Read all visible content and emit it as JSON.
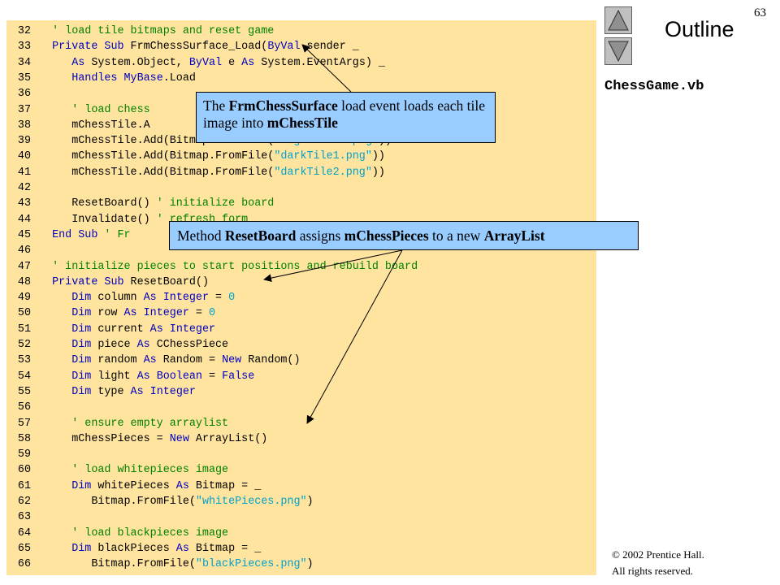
{
  "header": {
    "slide_number": "63",
    "outline_title": "Outline",
    "filename": "ChessGame.vb",
    "nav_up_icon": "up-triangle-icon",
    "nav_down_icon": "down-triangle-icon"
  },
  "code_lines": [
    {
      "n": "32",
      "ind": "   ",
      "parts": [
        {
          "t": "' load tile bitmaps and reset game",
          "c": "cm"
        }
      ]
    },
    {
      "n": "33",
      "ind": "   ",
      "parts": [
        {
          "t": "Private",
          "c": "kw"
        },
        {
          "t": " ",
          "c": ""
        },
        {
          "t": "Sub",
          "c": "kw"
        },
        {
          "t": " FrmChessSurface_Load(",
          "c": ""
        },
        {
          "t": "ByVal",
          "c": "kw"
        },
        {
          "t": " sender _",
          "c": ""
        }
      ]
    },
    {
      "n": "34",
      "ind": "      ",
      "parts": [
        {
          "t": "As",
          "c": "kw"
        },
        {
          "t": " System.Object, ",
          "c": ""
        },
        {
          "t": "ByVal",
          "c": "kw"
        },
        {
          "t": " e ",
          "c": ""
        },
        {
          "t": "As",
          "c": "kw"
        },
        {
          "t": " System.EventArgs) _",
          "c": ""
        }
      ]
    },
    {
      "n": "35",
      "ind": "      ",
      "parts": [
        {
          "t": "Handles",
          "c": "kw"
        },
        {
          "t": " ",
          "c": ""
        },
        {
          "t": "MyBase",
          "c": "kw"
        },
        {
          "t": ".Load",
          "c": ""
        }
      ]
    },
    {
      "n": "36",
      "ind": "",
      "parts": []
    },
    {
      "n": "37",
      "ind": "      ",
      "parts": [
        {
          "t": "' load chess",
          "c": "cm"
        }
      ]
    },
    {
      "n": "38",
      "ind": "      ",
      "parts": [
        {
          "t": "mChessTile.A",
          "c": ""
        }
      ]
    },
    {
      "n": "39",
      "ind": "      ",
      "parts": [
        {
          "t": "mChessTile.Add(Bitmap.FromFile(",
          "c": ""
        },
        {
          "t": "\"lightTile2.png\"",
          "c": "st"
        },
        {
          "t": "))",
          "c": ""
        }
      ]
    },
    {
      "n": "40",
      "ind": "      ",
      "parts": [
        {
          "t": "mChessTile.Add(Bitmap.FromFile(",
          "c": ""
        },
        {
          "t": "\"darkTile1.png\"",
          "c": "st"
        },
        {
          "t": "))",
          "c": ""
        }
      ]
    },
    {
      "n": "41",
      "ind": "      ",
      "parts": [
        {
          "t": "mChessTile.Add(Bitmap.FromFile(",
          "c": ""
        },
        {
          "t": "\"darkTile2.png\"",
          "c": "st"
        },
        {
          "t": "))",
          "c": ""
        }
      ]
    },
    {
      "n": "42",
      "ind": "",
      "parts": []
    },
    {
      "n": "43",
      "ind": "      ",
      "parts": [
        {
          "t": "ResetBoard() ",
          "c": ""
        },
        {
          "t": "' initialize board",
          "c": "cm"
        }
      ]
    },
    {
      "n": "44",
      "ind": "      ",
      "parts": [
        {
          "t": "Invalidate() ",
          "c": ""
        },
        {
          "t": "' refresh form",
          "c": "cm"
        }
      ]
    },
    {
      "n": "45",
      "ind": "   ",
      "parts": [
        {
          "t": "End",
          "c": "kw"
        },
        {
          "t": " ",
          "c": ""
        },
        {
          "t": "Sub",
          "c": "kw"
        },
        {
          "t": " ",
          "c": ""
        },
        {
          "t": "' Fr",
          "c": "cm"
        }
      ]
    },
    {
      "n": "46",
      "ind": "",
      "parts": []
    },
    {
      "n": "47",
      "ind": "   ",
      "parts": [
        {
          "t": "' initialize pieces to start positions and rebuild board",
          "c": "cm"
        }
      ]
    },
    {
      "n": "48",
      "ind": "   ",
      "parts": [
        {
          "t": "Private",
          "c": "kw"
        },
        {
          "t": " ",
          "c": ""
        },
        {
          "t": "Sub",
          "c": "kw"
        },
        {
          "t": " ResetBoard()",
          "c": ""
        }
      ]
    },
    {
      "n": "49",
      "ind": "      ",
      "parts": [
        {
          "t": "Dim",
          "c": "kw"
        },
        {
          "t": " column ",
          "c": ""
        },
        {
          "t": "As",
          "c": "kw"
        },
        {
          "t": " ",
          "c": ""
        },
        {
          "t": "Integer",
          "c": "kw"
        },
        {
          "t": " = ",
          "c": ""
        },
        {
          "t": "0",
          "c": "num"
        }
      ]
    },
    {
      "n": "50",
      "ind": "      ",
      "parts": [
        {
          "t": "Dim",
          "c": "kw"
        },
        {
          "t": " row ",
          "c": ""
        },
        {
          "t": "As",
          "c": "kw"
        },
        {
          "t": " ",
          "c": ""
        },
        {
          "t": "Integer",
          "c": "kw"
        },
        {
          "t": " = ",
          "c": ""
        },
        {
          "t": "0",
          "c": "num"
        }
      ]
    },
    {
      "n": "51",
      "ind": "      ",
      "parts": [
        {
          "t": "Dim",
          "c": "kw"
        },
        {
          "t": " current ",
          "c": ""
        },
        {
          "t": "As",
          "c": "kw"
        },
        {
          "t": " ",
          "c": ""
        },
        {
          "t": "Integer",
          "c": "kw"
        }
      ]
    },
    {
      "n": "52",
      "ind": "      ",
      "parts": [
        {
          "t": "Dim",
          "c": "kw"
        },
        {
          "t": " piece ",
          "c": ""
        },
        {
          "t": "As",
          "c": "kw"
        },
        {
          "t": " CChessPiece",
          "c": ""
        }
      ]
    },
    {
      "n": "53",
      "ind": "      ",
      "parts": [
        {
          "t": "Dim",
          "c": "kw"
        },
        {
          "t": " random ",
          "c": ""
        },
        {
          "t": "As",
          "c": "kw"
        },
        {
          "t": " Random = ",
          "c": ""
        },
        {
          "t": "New",
          "c": "kw"
        },
        {
          "t": " Random()",
          "c": ""
        }
      ]
    },
    {
      "n": "54",
      "ind": "      ",
      "parts": [
        {
          "t": "Dim",
          "c": "kw"
        },
        {
          "t": " light ",
          "c": ""
        },
        {
          "t": "As",
          "c": "kw"
        },
        {
          "t": " ",
          "c": ""
        },
        {
          "t": "Boolean",
          "c": "kw"
        },
        {
          "t": " = ",
          "c": ""
        },
        {
          "t": "False",
          "c": "kw"
        }
      ]
    },
    {
      "n": "55",
      "ind": "      ",
      "parts": [
        {
          "t": "Dim",
          "c": "kw"
        },
        {
          "t": " type ",
          "c": ""
        },
        {
          "t": "As",
          "c": "kw"
        },
        {
          "t": " ",
          "c": ""
        },
        {
          "t": "Integer",
          "c": "kw"
        }
      ]
    },
    {
      "n": "56",
      "ind": "",
      "parts": []
    },
    {
      "n": "57",
      "ind": "      ",
      "parts": [
        {
          "t": "' ensure empty arraylist",
          "c": "cm"
        }
      ]
    },
    {
      "n": "58",
      "ind": "      ",
      "parts": [
        {
          "t": "mChessPieces = ",
          "c": ""
        },
        {
          "t": "New",
          "c": "kw"
        },
        {
          "t": " ArrayList()",
          "c": ""
        }
      ]
    },
    {
      "n": "59",
      "ind": "",
      "parts": []
    },
    {
      "n": "60",
      "ind": "      ",
      "parts": [
        {
          "t": "' load whitepieces image",
          "c": "cm"
        }
      ]
    },
    {
      "n": "61",
      "ind": "      ",
      "parts": [
        {
          "t": "Dim",
          "c": "kw"
        },
        {
          "t": " whitePieces ",
          "c": ""
        },
        {
          "t": "As",
          "c": "kw"
        },
        {
          "t": " Bitmap = _",
          "c": ""
        }
      ]
    },
    {
      "n": "62",
      "ind": "         ",
      "parts": [
        {
          "t": "Bitmap.FromFile(",
          "c": ""
        },
        {
          "t": "\"whitePieces.png\"",
          "c": "st"
        },
        {
          "t": ")",
          "c": ""
        }
      ]
    },
    {
      "n": "63",
      "ind": "",
      "parts": []
    },
    {
      "n": "64",
      "ind": "      ",
      "parts": [
        {
          "t": "' load blackpieces image",
          "c": "cm"
        }
      ]
    },
    {
      "n": "65",
      "ind": "      ",
      "parts": [
        {
          "t": "Dim",
          "c": "kw"
        },
        {
          "t": " blackPieces ",
          "c": ""
        },
        {
          "t": "As",
          "c": "kw"
        },
        {
          "t": " Bitmap = _",
          "c": ""
        }
      ]
    },
    {
      "n": "66",
      "ind": "         ",
      "parts": [
        {
          "t": "Bitmap.FromFile(",
          "c": ""
        },
        {
          "t": "\"blackPieces.png\"",
          "c": "st"
        },
        {
          "t": ")",
          "c": ""
        }
      ]
    }
  ],
  "callout_load": {
    "p1": "The ",
    "b1": "FrmChessSurface",
    "p2": " load event loads each tile image into ",
    "b2": "mChessTile"
  },
  "callout_reset": {
    "p1": "Method ",
    "b1": "ResetBoard",
    "p2": " assigns ",
    "b2": "mChessPieces",
    "p3": " to a new ",
    "b3": "ArrayList"
  },
  "footer": {
    "copyright_line1": "© 2002 Prentice Hall.",
    "copyright_line2": "All rights reserved."
  }
}
